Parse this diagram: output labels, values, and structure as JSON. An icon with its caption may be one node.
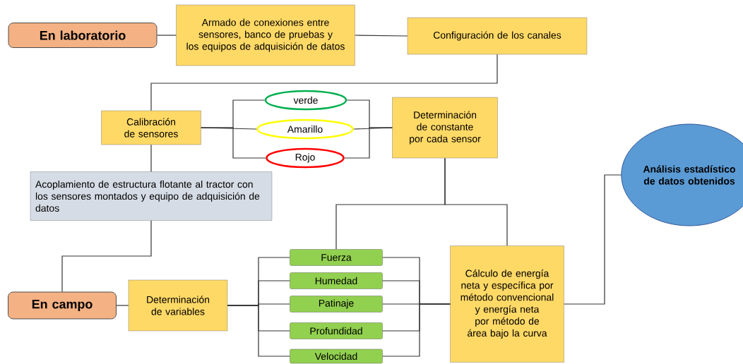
{
  "diagram": {
    "nodes": [
      {
        "text": [
          "En laboratorio"
        ]
      },
      {
        "text": [
          "Armado de conexiones entre sensores, banco de pruebas y los equipos de adquisición de datos"
        ]
      },
      {
        "text": [
          "Configuración de los canales"
        ]
      },
      {
        "text": [
          "Calibración de sensores"
        ]
      },
      {
        "text": [
          "verde"
        ]
      },
      {
        "text": [
          "Amarillo"
        ]
      },
      {
        "text": [
          "Rojo"
        ]
      },
      {
        "text": [
          "Determinación de constante por cada sensor"
        ]
      },
      {
        "text": [
          "Acoplamiento de estructura flotante al tractor con los sensores montados y equipo de adquisición de datos"
        ]
      },
      {
        "text": [
          "Análisis estadístico de datos obtenidos"
        ]
      },
      {
        "text": [
          "En campo"
        ]
      },
      {
        "text": [
          "Determinación de variables"
        ]
      },
      {
        "text": [
          "Fuerza"
        ]
      },
      {
        "text": [
          "Humedad"
        ]
      },
      {
        "text": [
          "Patinaje"
        ]
      },
      {
        "text": [
          "Profundidad"
        ]
      },
      {
        "text": [
          "Velocidad"
        ]
      },
      {
        "text": [
          "Cálculo de energía neta y específica por método convencional y energía neta por método de área bajo la curva"
        ]
      }
    ],
    "edges": [
      {
        "from": 0,
        "to": 1,
        "arrow": "none"
      },
      {
        "from": 1,
        "to": 2,
        "arrow": "none"
      },
      {
        "from": 2,
        "to": 3,
        "arrow": "none"
      },
      {
        "from": 3,
        "to": 4,
        "arrow": "none"
      },
      {
        "from": 3,
        "to": 5,
        "arrow": "none"
      },
      {
        "from": 3,
        "to": 6,
        "arrow": "none"
      },
      {
        "from": 4,
        "to": 7,
        "arrow": "none"
      },
      {
        "from": 5,
        "to": 7,
        "arrow": "none"
      },
      {
        "from": 6,
        "to": 7,
        "arrow": "none"
      },
      {
        "from": 3,
        "to": 8,
        "arrow": "none"
      },
      {
        "from": 8,
        "to": 10,
        "arrow": "none"
      },
      {
        "from": 10,
        "to": 11,
        "arrow": "none"
      },
      {
        "from": 11,
        "to": 12,
        "arrow": "none"
      },
      {
        "from": 11,
        "to": 13,
        "arrow": "none"
      },
      {
        "from": 11,
        "to": 14,
        "arrow": "none"
      },
      {
        "from": 11,
        "to": 15,
        "arrow": "none"
      },
      {
        "from": 11,
        "to": 16,
        "arrow": "none"
      },
      {
        "from": 7,
        "to": 12,
        "arrow": "none"
      },
      {
        "from": 7,
        "to": 17,
        "arrow": "none"
      },
      {
        "from": 12,
        "to": 17,
        "arrow": "none"
      },
      {
        "from": 13,
        "to": 17,
        "arrow": "none"
      },
      {
        "from": 14,
        "to": 17,
        "arrow": "none"
      },
      {
        "from": 15,
        "to": 17,
        "arrow": "none"
      },
      {
        "from": 16,
        "to": 17,
        "arrow": "none"
      },
      {
        "from": 17,
        "to": 9,
        "arrow": "none"
      }
    ]
  }
}
